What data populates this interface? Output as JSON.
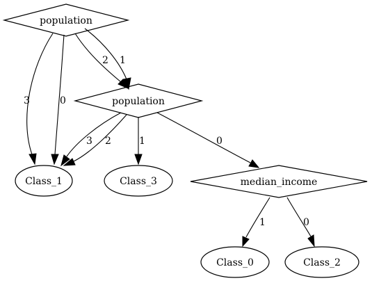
{
  "nodes": {
    "root": {
      "label": "population",
      "shape": "diamond"
    },
    "pop2": {
      "label": "population",
      "shape": "diamond"
    },
    "med": {
      "label": "median_income",
      "shape": "diamond"
    },
    "class1": {
      "label": "Class_1",
      "shape": "ellipse"
    },
    "class3": {
      "label": "Class_3",
      "shape": "ellipse"
    },
    "class0": {
      "label": "Class_0",
      "shape": "ellipse"
    },
    "class2": {
      "label": "Class_2",
      "shape": "ellipse"
    }
  },
  "edges": {
    "root_class1_3": {
      "from": "population",
      "to": "Class_1",
      "label": "3"
    },
    "root_class1_0": {
      "from": "population",
      "to": "Class_1",
      "label": "0"
    },
    "root_pop2_2": {
      "from": "population",
      "to": "population",
      "label": "2"
    },
    "root_pop2_1": {
      "from": "population",
      "to": "population",
      "label": "1"
    },
    "pop2_class1_3": {
      "from": "population",
      "to": "Class_1",
      "label": "3"
    },
    "pop2_class1_2": {
      "from": "population",
      "to": "Class_1",
      "label": "2"
    },
    "pop2_class3_1": {
      "from": "population",
      "to": "Class_3",
      "label": "1"
    },
    "pop2_med_0": {
      "from": "population",
      "to": "median_income",
      "label": "0"
    },
    "med_class0_1": {
      "from": "median_income",
      "to": "Class_0",
      "label": "1"
    },
    "med_class2_0": {
      "from": "median_income",
      "to": "Class_2",
      "label": "0"
    }
  }
}
